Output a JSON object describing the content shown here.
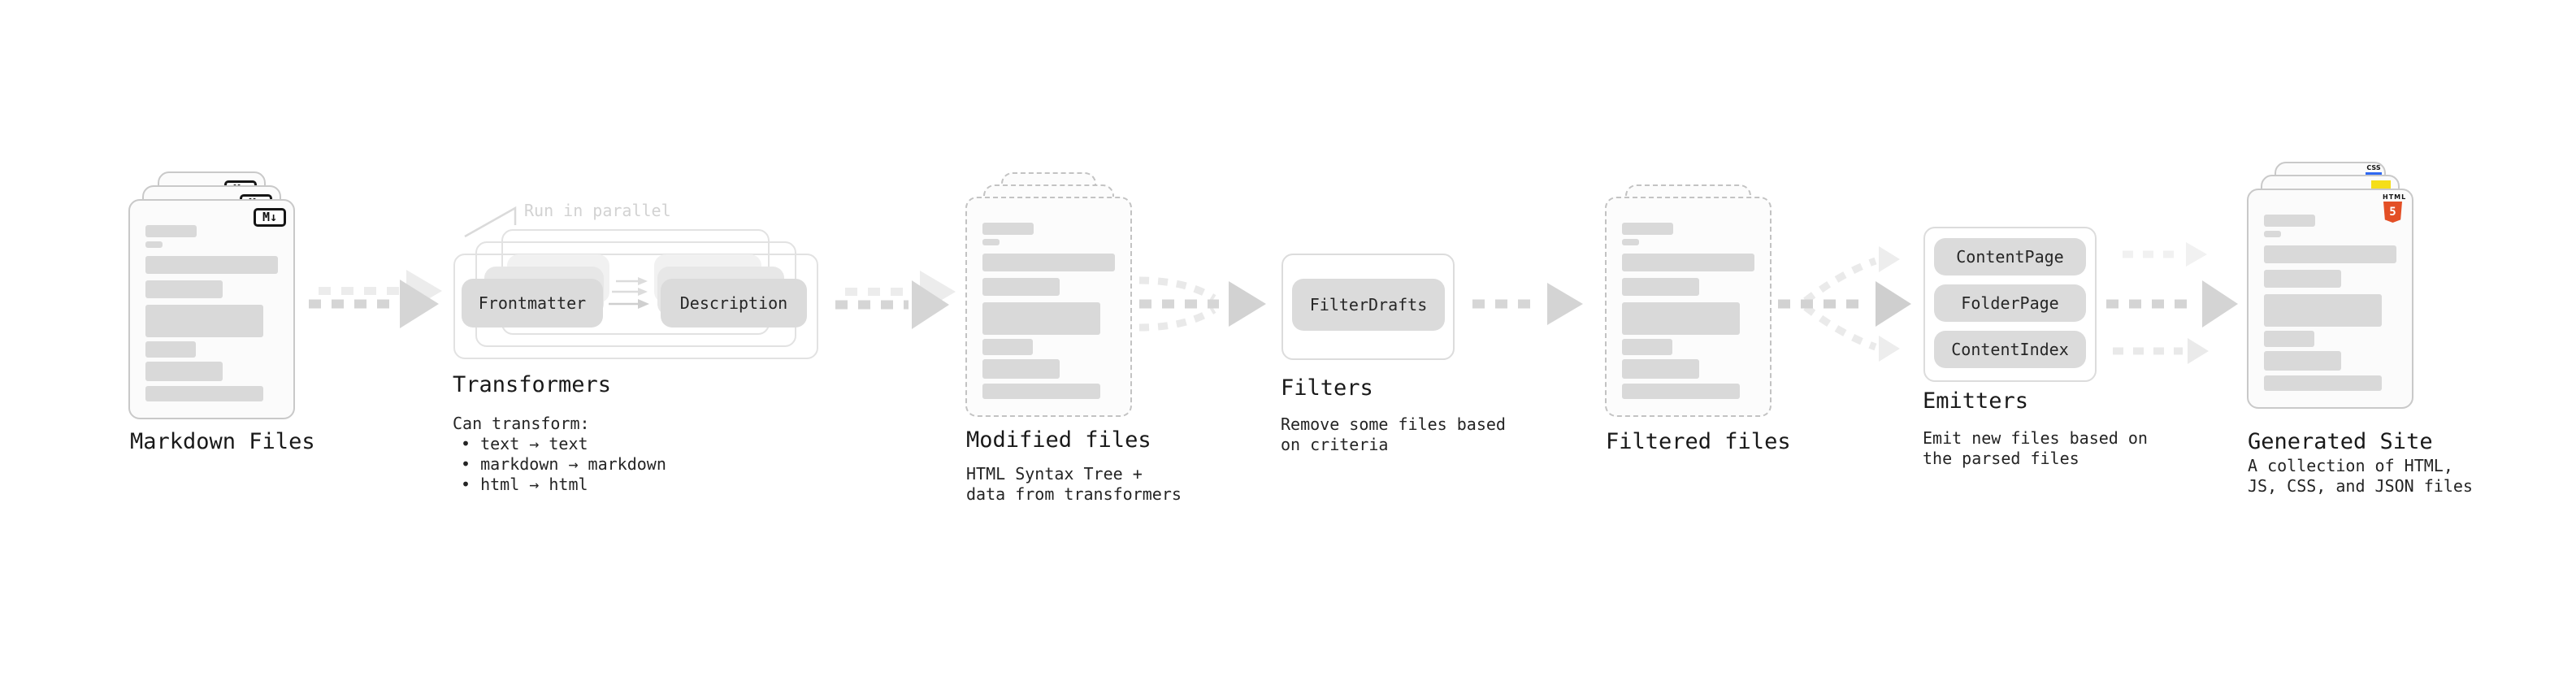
{
  "markdown": {
    "title": "Markdown Files",
    "badge": "M↓"
  },
  "transformers": {
    "title": "Transformers",
    "note": "Run in parallel",
    "box1": "Frontmatter",
    "box2": "Description",
    "caption": [
      "Can transform:",
      "• text → text",
      "• markdown → markdown",
      "• html → html"
    ]
  },
  "modified": {
    "title": "Modified files",
    "caption": [
      "HTML Syntax Tree +",
      "data from transformers"
    ]
  },
  "filters": {
    "title": "Filters",
    "box1": "FilterDrafts",
    "caption": [
      "Remove some files based",
      "on criteria"
    ]
  },
  "filtered": {
    "title": "Filtered files"
  },
  "emitters": {
    "title": "Emitters",
    "box1": "ContentPage",
    "box2": "FolderPage",
    "box3": "ContentIndex",
    "caption": [
      "Emit new files based on",
      "the parsed files"
    ]
  },
  "generated": {
    "title": "Generated Site",
    "caption": [
      "A collection of HTML,",
      "JS, CSS, and JSON files"
    ],
    "badge_html": "HTML",
    "badge_5": "5",
    "badge_css": "CSS",
    "colors": {
      "html5": "#e34f26",
      "js": "#f5de19",
      "css_bar": "#2e68f1"
    }
  }
}
